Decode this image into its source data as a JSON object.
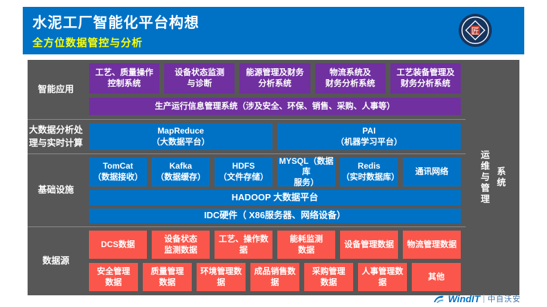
{
  "header": {
    "title": "水泥工厂智能化平台构想",
    "subtitle": "全方位数据管控与分析"
  },
  "logo": {
    "glyph": "匠"
  },
  "colors": {
    "header_blue": "#0072C6",
    "body_gray": "#575757",
    "app_purple": "#7030A0",
    "platform_blue": "#0072C6",
    "source_red": "#FB564B",
    "subtitle_yellow": "#FFFF00"
  },
  "sections": {
    "apps": {
      "label": "智能应用",
      "boxes": [
        "工艺、质量操作\n控制系统",
        "设备状态监测\n与诊断",
        "能源管理及财务\n分析系统",
        "物流系统及\n财务分析系统",
        "工艺装备管理及\n财务分析系统"
      ],
      "wide": "生产运行信息管理系统（涉及安全、环保、销售、采购、人事等）"
    },
    "bigdata": {
      "label": "大数据分析处\n理与实时计算",
      "boxes": [
        "MapReduce\n（大数据平台）",
        "PAI\n（机器学习平台）"
      ]
    },
    "infra": {
      "label": "基础设施",
      "boxes": [
        "TomCat\n（数据接收）",
        "Kafka\n（数据缓存）",
        "HDFS\n（文件存储）",
        "MYSQL（数据库\n服务）",
        "Redis\n（实时数据库）",
        "通讯网络"
      ],
      "wide1": "HADOOP 大数据平台",
      "wide2": "IDC硬件（ X86服务器、网络设备）"
    },
    "datasource": {
      "label": "数据源",
      "row1": [
        "DCS数据",
        "设备状态\n监测数据",
        "工艺、操作数据",
        "能耗监测\n数据",
        "设备管理数据",
        "物流管理数据"
      ],
      "row2": [
        "安全管理\n数据",
        "质量管理\n数据",
        "环境管理数据",
        "成品销售数据",
        "采购管理\n数据",
        "人事管理数据",
        "其他"
      ]
    }
  },
  "right_label": "运维与管理\n系统",
  "footer": {
    "brand": "WindIT",
    "company": "中自沃安"
  }
}
